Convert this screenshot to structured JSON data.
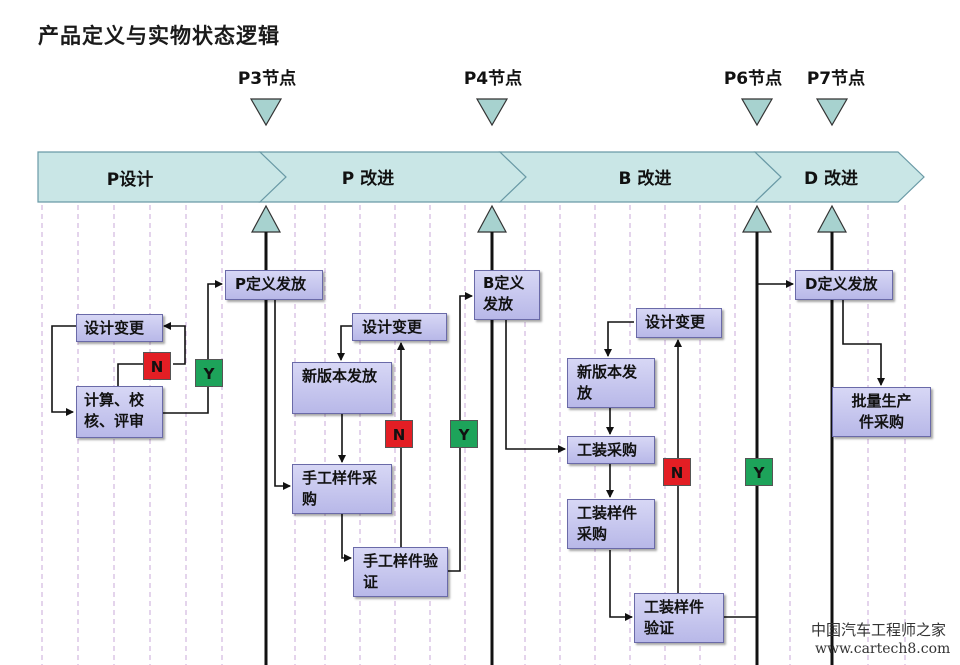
{
  "title": "产品定义与实物状态逻辑",
  "milestones": [
    {
      "label": "P3节点"
    },
    {
      "label": "P4节点"
    },
    {
      "label": "P6节点"
    },
    {
      "label": "P7节点"
    }
  ],
  "phases": [
    {
      "label": "P设计"
    },
    {
      "label": "P 改进"
    },
    {
      "label": "B 改进"
    },
    {
      "label": "D 改进"
    }
  ],
  "boxes": {
    "design_change_1": "设计变更",
    "calc_review": "计算、校核、评审",
    "p_release": "P定义发放",
    "design_change_2": "设计变更",
    "new_version_release_1": "新版本发放",
    "hand_sample_purchase": "手工样件采购",
    "hand_sample_verify": "手工样件验证",
    "b_release": "B定义发放",
    "design_change_3": "设计变更",
    "new_version_release_2": "新版本发放",
    "tooling_purchase": "工装采购",
    "tooling_sample_purchase": "工装样件采购",
    "tooling_sample_verify": "工装样件验证",
    "d_release": "D定义发放",
    "mass_production_purchase": "批量生产件采购"
  },
  "decisions": {
    "no": "N",
    "yes": "Y"
  },
  "watermark": {
    "line1": "中国汽车工程师之家",
    "line2": "www.cartech8.com"
  },
  "colors": {
    "phase_fill": "#c9e6e6",
    "box_fill": "#c8c8ef",
    "box_border": "#6a6aa8",
    "no": "#e31e24",
    "yes": "#1da35a"
  }
}
